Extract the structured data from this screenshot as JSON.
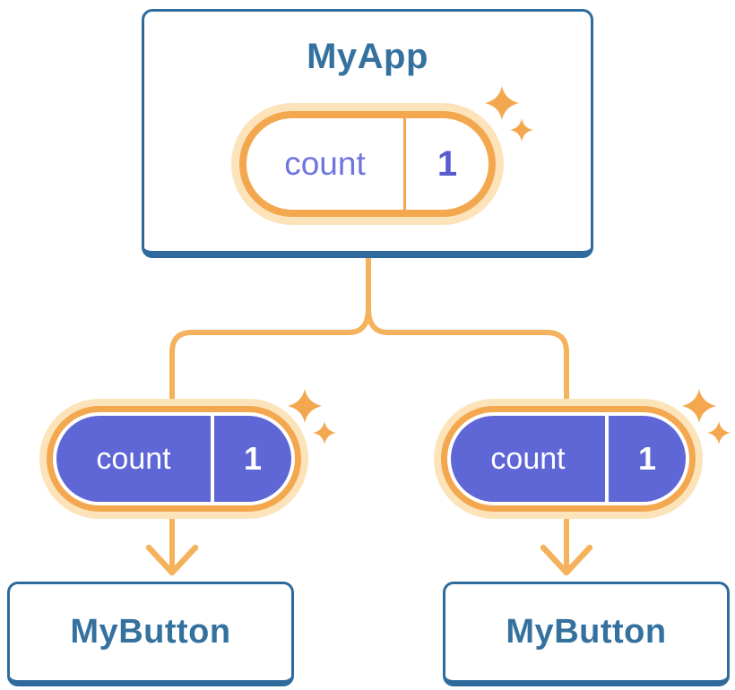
{
  "colors": {
    "node_border": "#2e6b9c",
    "node_text": "#35719f",
    "connector": "#f5b25c",
    "pill_ring": "#f3a74e",
    "pill_halo": "#fce3ba",
    "state_purple": "#5f66d6",
    "state_text_light": "#ffffff",
    "state_name_text": "#6f74df",
    "state_value_text": "#575dd0"
  },
  "tree": {
    "root": {
      "title": "MyApp",
      "state": {
        "name": "count",
        "value": "1"
      }
    },
    "children": [
      {
        "title": "MyButton",
        "state": {
          "name": "count",
          "value": "1"
        }
      },
      {
        "title": "MyButton",
        "state": {
          "name": "count",
          "value": "1"
        }
      }
    ]
  }
}
